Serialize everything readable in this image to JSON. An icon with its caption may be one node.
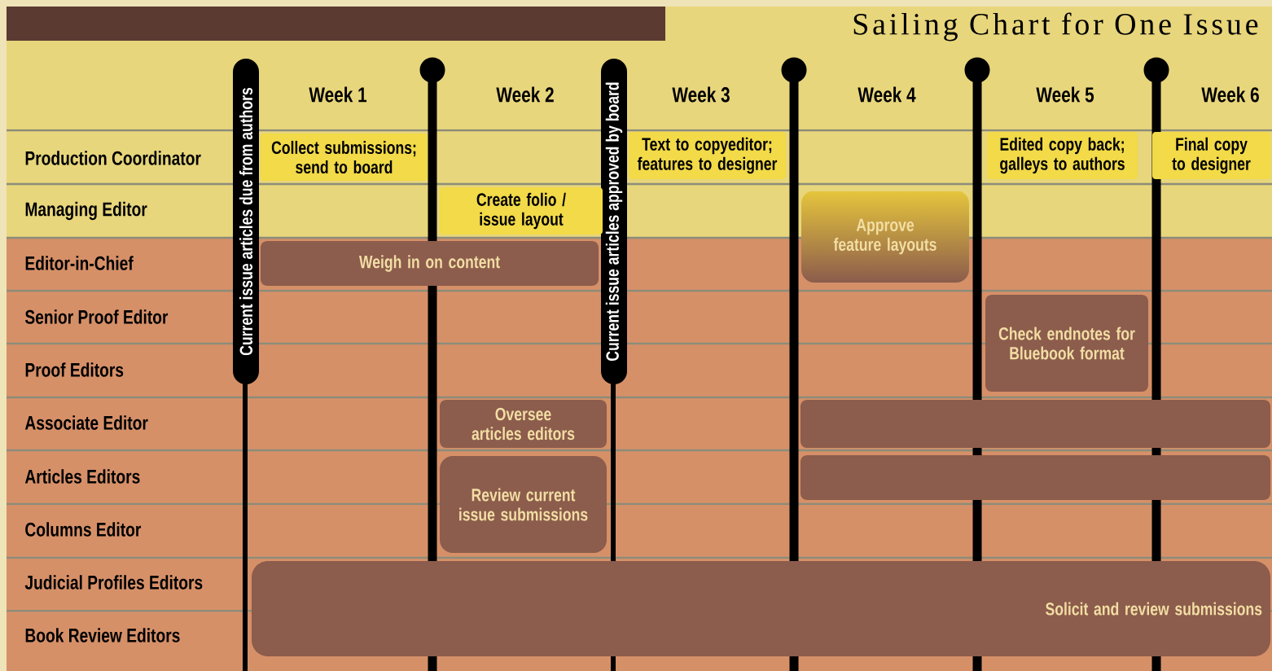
{
  "diagram": {
    "title": "Sailing Chart for One Issue",
    "nodes": [
      {
        "text": [],
        "shape": "bar"
      },
      {
        "text": [
          "Current issue articles due from authors"
        ]
      },
      {
        "text": [
          "Current issue articles approved by board"
        ]
      },
      {
        "text": [
          "Collect submissions; send to board"
        ]
      },
      {
        "text": [
          "Text to copyeditor; features to designer"
        ]
      },
      {
        "text": [
          "Edited copy back; galleys to authors"
        ]
      },
      {
        "text": [
          "Final copy to designer"
        ]
      },
      {
        "text": [
          "Create folio / issue layout"
        ]
      },
      {
        "text": [
          "Approve feature layouts"
        ]
      },
      {
        "text": [
          "Weigh in on content"
        ]
      },
      {
        "text": [
          "Check endnotes for Bluebook format"
        ]
      },
      {
        "text": [
          "Oversee articles editors"
        ]
      },
      {
        "text": [],
        "shape": "bar"
      },
      {
        "text": [
          "Review current issue submissions"
        ]
      },
      {
        "text": [],
        "shape": "bar"
      },
      {
        "text": [
          "Solicit and review submissions"
        ]
      }
    ],
    "labels": [
      "Week 1",
      "Week 2",
      "Week 3",
      "Week 4",
      "Week 5",
      "Week 6",
      "Production Coordinator",
      "Managing Editor",
      "Editor-in-Chief",
      "Senior Proof Editor",
      "Proof Editors",
      "Associate Editor",
      "Articles Editors",
      "Columns Editor",
      "Judicial Profiles Editors",
      "Book Review Editors"
    ]
  }
}
